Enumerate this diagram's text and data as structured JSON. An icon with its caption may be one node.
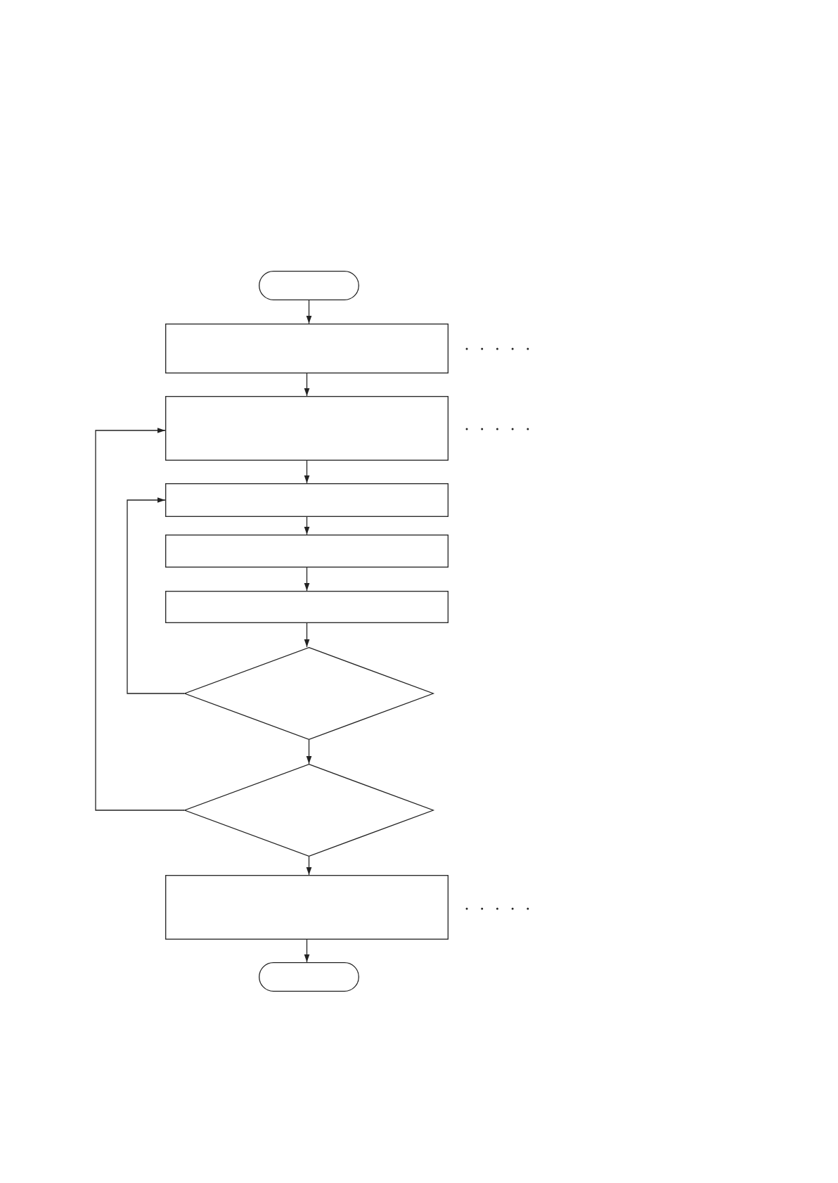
{
  "diagram": {
    "nodes": [
      {
        "text": [],
        "shape": "stadium"
      },
      {
        "text": [],
        "shape": "box"
      },
      {
        "text": [],
        "shape": "box"
      },
      {
        "text": [],
        "shape": "box"
      },
      {
        "text": [],
        "shape": "box"
      },
      {
        "text": [],
        "shape": "box"
      },
      {
        "text": [],
        "shape": "diamond"
      },
      {
        "text": [],
        "shape": "diamond"
      },
      {
        "text": [],
        "shape": "box"
      },
      {
        "text": [],
        "shape": "stadium"
      }
    ],
    "edges": [
      {
        "from": 0,
        "to": 1,
        "arrow": "to"
      },
      {
        "from": 1,
        "to": 2,
        "arrow": "to"
      },
      {
        "from": 2,
        "to": 3,
        "arrow": "to"
      },
      {
        "from": 3,
        "to": 4,
        "arrow": "to"
      },
      {
        "from": 4,
        "to": 5,
        "arrow": "to"
      },
      {
        "from": 5,
        "to": 6,
        "arrow": "to"
      },
      {
        "from": 6,
        "to": 3,
        "arrow": "to"
      },
      {
        "from": 6,
        "to": 7,
        "arrow": "to"
      },
      {
        "from": 7,
        "to": 2,
        "arrow": "to"
      },
      {
        "from": 7,
        "to": 8,
        "arrow": "to"
      },
      {
        "from": 8,
        "to": 9,
        "arrow": "to"
      }
    ]
  }
}
